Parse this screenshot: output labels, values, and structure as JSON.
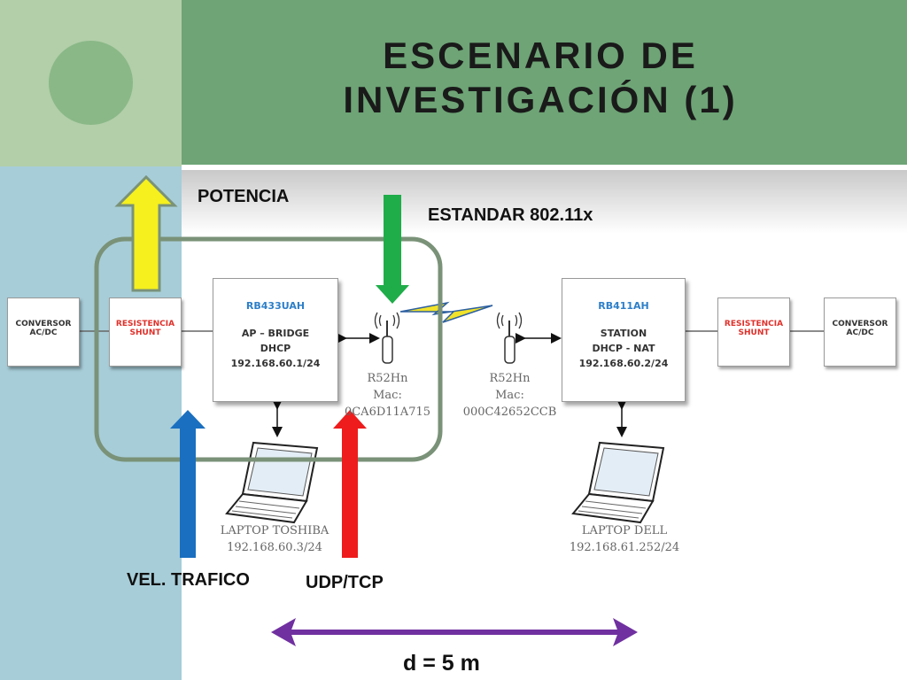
{
  "slide": {
    "title_line1": "ESCENARIO DE",
    "title_line2": "INVESTIGACIÓN (1)"
  },
  "labels": {
    "potencia": "POTENCIA",
    "estandar": "ESTANDAR 802.11x",
    "vel_trafico": "VEL. TRAFICO",
    "udp_tcp": "UDP/TCP",
    "distance": "d = 5 m"
  },
  "diagram": {
    "conversor_left": {
      "line1": "CONVERSOR",
      "line2": "AC/DC"
    },
    "shunt_left": {
      "line1": "RESISTENCIA",
      "line2": "SHUNT"
    },
    "router_left": {
      "name": "RB433UAH",
      "line1": "AP – BRIDGE",
      "line2": "DHCP",
      "line3": "192.168.60.1/24"
    },
    "antenna_left": {
      "model": "R52Hn",
      "mac_label": "Mac:",
      "mac": "0CA6D11A715"
    },
    "antenna_right": {
      "model": "R52Hn",
      "mac_label": "Mac:",
      "mac": "000C42652CCB"
    },
    "router_right": {
      "name": "RB411AH",
      "line1": "STATION",
      "line2": "DHCP - NAT",
      "line3": "192.168.60.2/24"
    },
    "shunt_right": {
      "line1": "RESISTENCIA",
      "line2": "SHUNT"
    },
    "conversor_right": {
      "line1": "CONVERSOR",
      "line2": "AC/DC"
    },
    "laptop_left": {
      "name": "LAPTOP TOSHIBA",
      "ip": "192.168.60.3/24"
    },
    "laptop_right": {
      "name": "LAPTOP DELL",
      "ip": "192.168.61.252/24"
    }
  },
  "colors": {
    "arrow_potencia": "#f5f01e",
    "arrow_estandar": "#1fad49",
    "arrow_vel_trafico": "#1a6fc0",
    "arrow_udp_tcp": "#ee1c1c",
    "arrow_distance": "#7030a0",
    "highlight_frame": "#7a9278"
  }
}
